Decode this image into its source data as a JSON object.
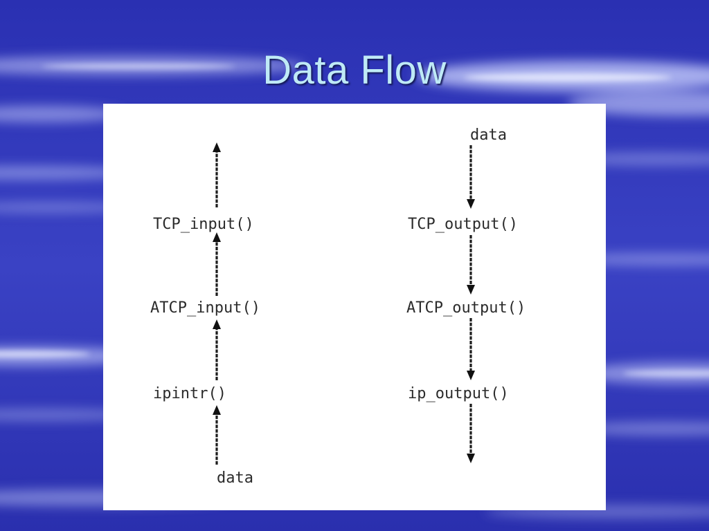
{
  "slide": {
    "title": "Data Flow",
    "colors": {
      "background": "#2e33b8",
      "title": "#bfeaf6",
      "panel": "#ffffff"
    }
  },
  "diagram": {
    "input_path": {
      "direction": "up",
      "labels": {
        "top": "TCP_input()",
        "middle": "ATCP_input()",
        "bottom": "ipintr()",
        "source": "data"
      }
    },
    "output_path": {
      "direction": "down",
      "labels": {
        "source": "data",
        "top": "TCP_output()",
        "middle": "ATCP_output()",
        "bottom": "ip_output()"
      }
    }
  }
}
